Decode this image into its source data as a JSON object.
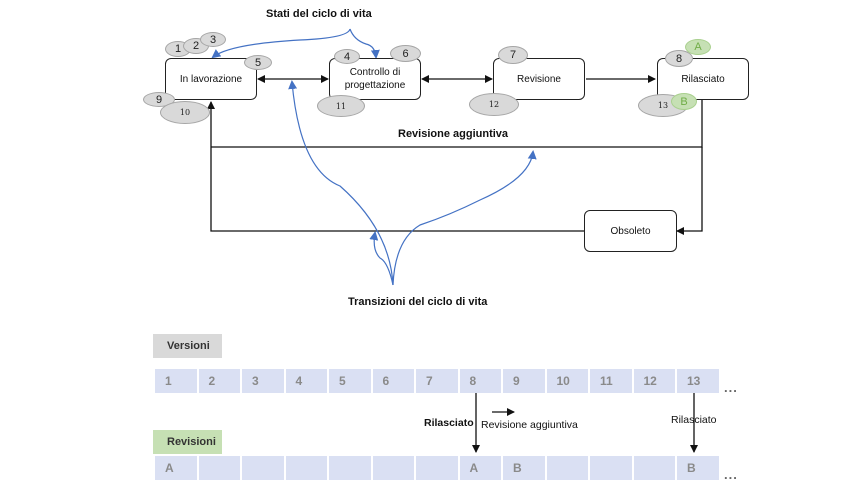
{
  "callouts": {
    "states_title": "Stati del ciclo di vita",
    "transitions_title": "Transizioni del ciclo di vita",
    "additional_revision": "Revisione aggiuntiva"
  },
  "states": [
    {
      "id": "in-lavorazione",
      "label": "In lavorazione"
    },
    {
      "id": "controllo",
      "label": "Controllo di progettazione"
    },
    {
      "id": "revisione",
      "label": "Revisione"
    },
    {
      "id": "rilasciato",
      "label": "Rilasciato"
    },
    {
      "id": "obsoleto",
      "label": "Obsoleto"
    }
  ],
  "badges": {
    "v1": "1",
    "v2": "2",
    "v3": "3",
    "v4": "4",
    "v5": "5",
    "v6": "6",
    "v7": "7",
    "v8": "8",
    "v9": "9",
    "v10": "10",
    "v11": "11",
    "v12": "12",
    "v13": "13",
    "revA": "A",
    "revB": "B"
  },
  "timeline": {
    "versions_label": "Versioni",
    "revisions_label": "Revisioni",
    "versions": [
      "1",
      "2",
      "3",
      "4",
      "5",
      "6",
      "7",
      "8",
      "9",
      "10",
      "11",
      "12",
      "13"
    ],
    "revisions": [
      "A",
      "",
      "",
      "",
      "",
      "",
      "",
      "A",
      "B",
      "",
      "",
      "",
      "B"
    ],
    "ellipsis": "...",
    "released_label_1": "Rilasciato",
    "released_label_2": "Rilasciato",
    "additional_revision_label": "Revisione aggiuntiva"
  },
  "colors": {
    "versions_header": "#d9d9d9",
    "revisions_header": "#c6e0b4",
    "cell": "#dae0f3",
    "callout_arrow": "#4472c4"
  }
}
